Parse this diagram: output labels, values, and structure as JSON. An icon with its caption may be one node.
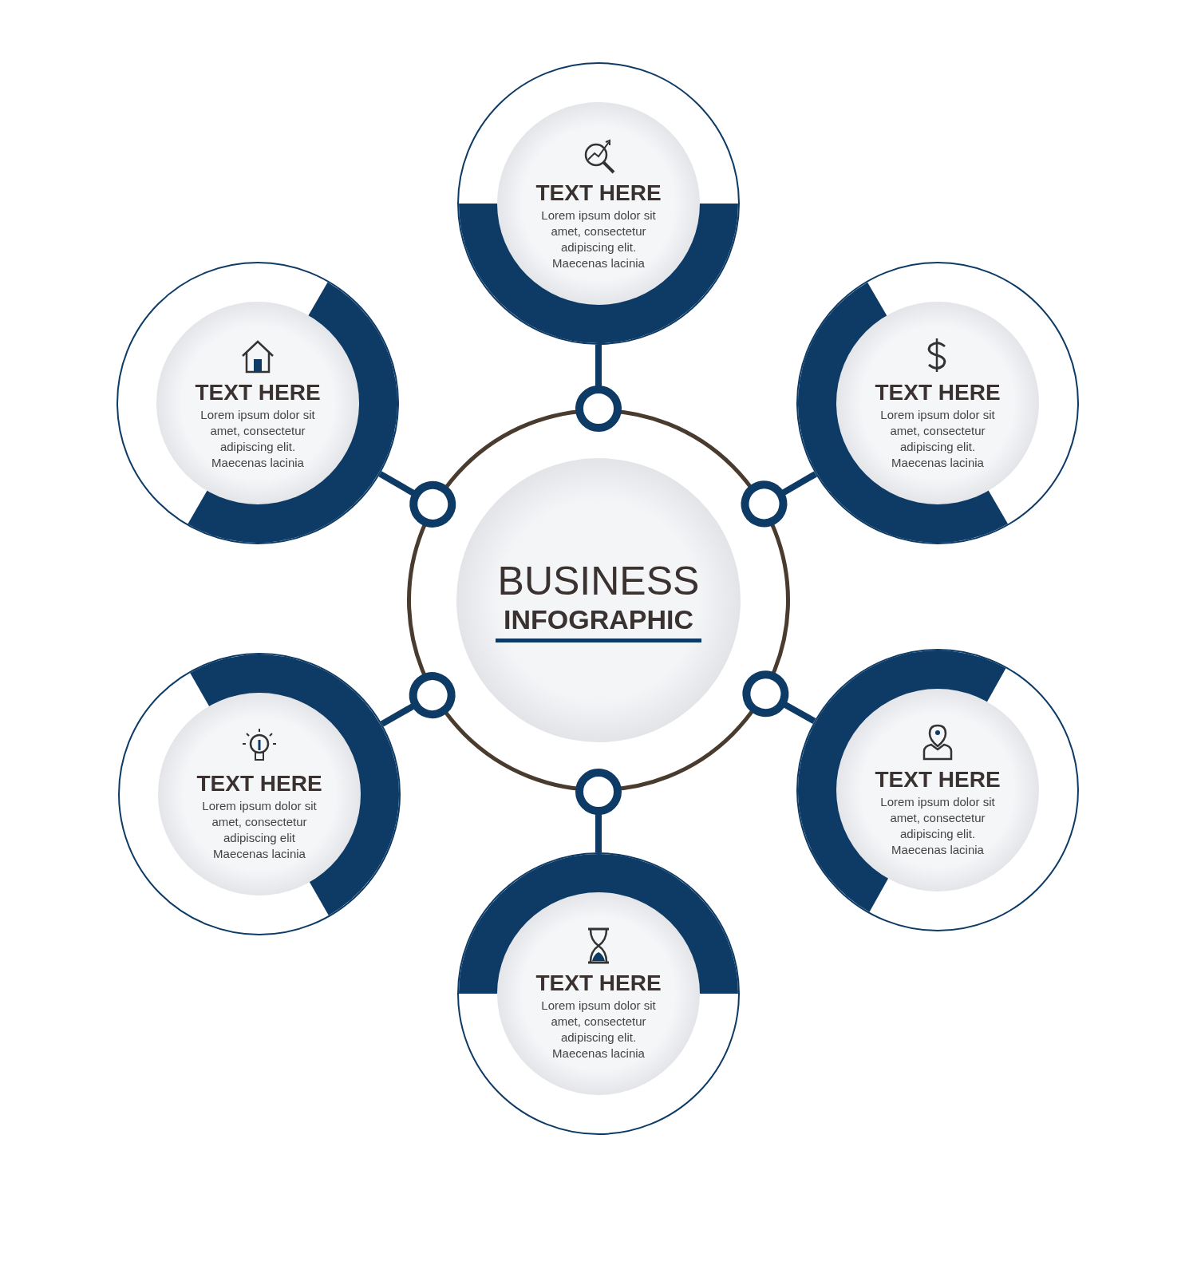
{
  "diagram": {
    "nodes": [
      {
        "text": [
          "BUSINESS",
          "INFOGRAPHIC"
        ]
      },
      {
        "text": [
          "TEXT HERE",
          "Lorem ipsum dolor sit amet, consectetur adipiscing elit. Maecenas lacinia"
        ]
      },
      {
        "text": [
          "TEXT HERE",
          "Lorem ipsum dolor sit amet, consectetur adipiscing elit. Maecenas lacinia"
        ]
      },
      {
        "text": [
          "TEXT HERE",
          "Lorem ipsum dolor sit amet, consectetur adipiscing elit. Maecenas lacinia"
        ]
      },
      {
        "text": [
          "TEXT HERE",
          "Lorem ipsum dolor sit amet, consectetur adipiscing elit Maecenas lacinia"
        ]
      },
      {
        "text": [
          "TEXT HERE",
          "Lorem ipsum dolor sit amet, consectetur adipiscing elit. Maecenas lacinia"
        ]
      },
      {
        "text": [
          "TEXT HERE",
          "Lorem ipsum dolor sit amet, consectetur adipiscing elit. Maecenas lacinia"
        ]
      }
    ],
    "edges": [
      {
        "from": 1,
        "to": 0,
        "arrow": "other"
      },
      {
        "from": 2,
        "to": 0,
        "arrow": "other"
      },
      {
        "from": 3,
        "to": 0,
        "arrow": "other"
      },
      {
        "from": 4,
        "to": 0,
        "arrow": "other"
      },
      {
        "from": 5,
        "to": 0,
        "arrow": "other"
      },
      {
        "from": 6,
        "to": 0,
        "arrow": "other"
      }
    ]
  }
}
